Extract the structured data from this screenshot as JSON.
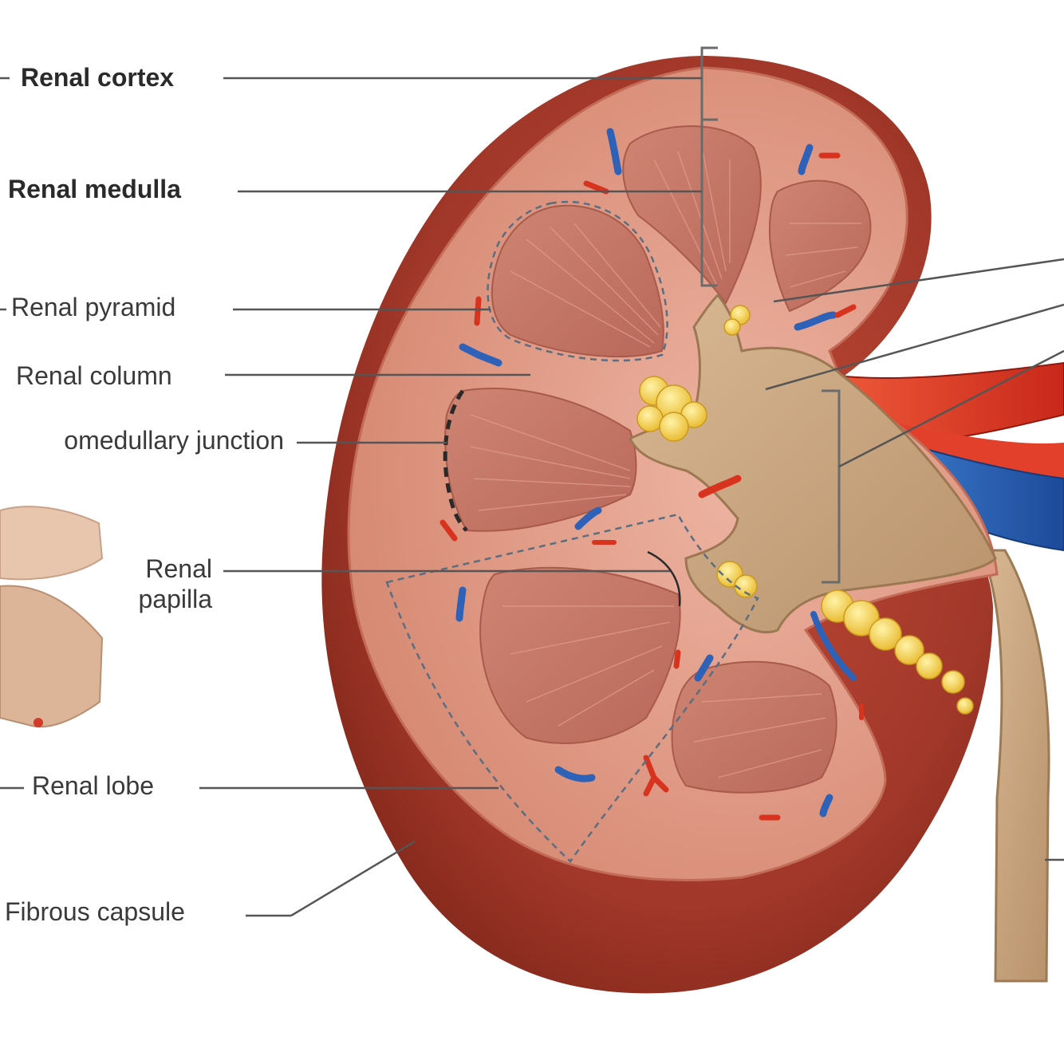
{
  "labels": {
    "renal_cortex": "Renal cortex",
    "renal_medulla": "Renal medulla",
    "renal_pyramid": "Renal pyramid",
    "renal_column": "Renal column",
    "corticomedullary_junction": "omedullary junction",
    "renal_papilla_line1": "Renal",
    "renal_papilla_line2": "papilla",
    "renal_lobe": "Renal lobe",
    "fibrous_capsule": "Fibrous capsule"
  },
  "colors": {
    "label_text": "#3a3a3a",
    "leader_line": "#555555",
    "capsule": "#a93a2c",
    "cortex": "#d9907c",
    "medulla_pyramid": "#c9786a",
    "renal_sinus": "#c8a47e",
    "fat": "#f3cf4a",
    "artery": "#d8321f",
    "vein": "#2a5fb0"
  }
}
